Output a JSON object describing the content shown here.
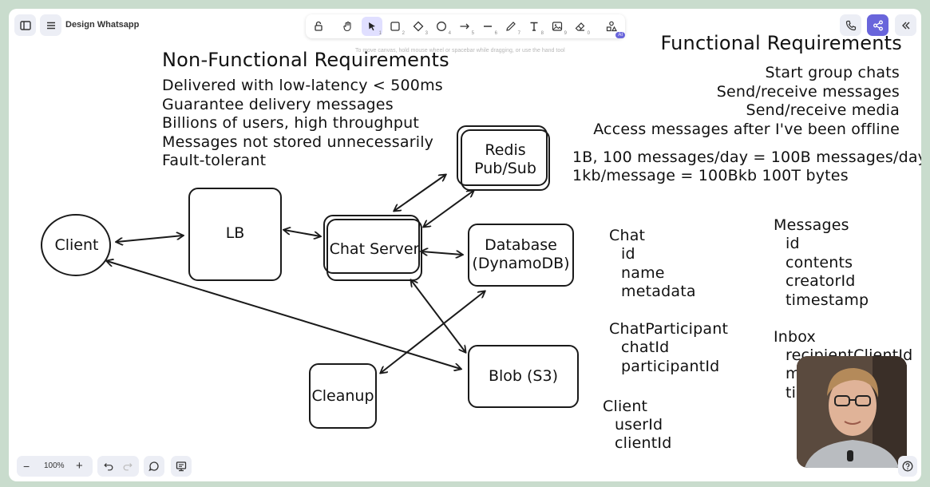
{
  "header": {
    "doc_title": "Design Whatsapp"
  },
  "toolbar": {
    "tools": [
      {
        "name": "lock-icon",
        "shortcut": ""
      },
      {
        "name": "hand-icon",
        "shortcut": ""
      },
      {
        "name": "selection-icon",
        "shortcut": "1"
      },
      {
        "name": "rectangle-icon",
        "shortcut": "2"
      },
      {
        "name": "diamond-icon",
        "shortcut": "3"
      },
      {
        "name": "ellipse-icon",
        "shortcut": "4"
      },
      {
        "name": "arrow-icon",
        "shortcut": "5"
      },
      {
        "name": "line-icon",
        "shortcut": "6"
      },
      {
        "name": "pencil-icon",
        "shortcut": "7"
      },
      {
        "name": "text-icon",
        "shortcut": "8"
      },
      {
        "name": "image-icon",
        "shortcut": "9"
      },
      {
        "name": "eraser-icon",
        "shortcut": "0"
      },
      {
        "name": "more-tools-icon",
        "shortcut": ""
      }
    ],
    "badge": "AI",
    "hint": "To move canvas, hold mouse wheel or spacebar while dragging, or use the hand tool"
  },
  "zoom": {
    "level": "100%",
    "minus": "−",
    "plus": "+"
  },
  "nonfunctional": {
    "title": "Non-Functional Requirements",
    "items": [
      "Delivered with low-latency < 500ms",
      "Guarantee delivery messages",
      "Billions of users, high throughput",
      "Messages not stored unnecessarily",
      "Fault-tolerant"
    ]
  },
  "functional": {
    "title": "Functional Requirements",
    "items": [
      "Start group chats",
      "Send/receive messages",
      "Send/receive media",
      "Access messages after I've been offline"
    ],
    "estimates": [
      "1B, 100 messages/day = 100B messages/day",
      "1kb/message = 100Bkb 100T bytes"
    ]
  },
  "diagram": {
    "client": "Client",
    "lb": "LB",
    "chat_server": "Chat Server",
    "redis_line1": "Redis",
    "redis_line2": "Pub/Sub",
    "db_line1": "Database",
    "db_line2": "(DynamoDB)",
    "blob": "Blob (S3)",
    "cleanup": "Cleanup"
  },
  "entities": {
    "chat": {
      "name": "Chat",
      "fields": [
        "id",
        "name",
        "metadata"
      ]
    },
    "chat_participant": {
      "name": "ChatParticipant",
      "fields": [
        "chatId",
        "participantId"
      ]
    },
    "client": {
      "name": "Client",
      "fields": [
        "userId",
        "clientId"
      ]
    },
    "messages": {
      "name": "Messages",
      "fields": [
        "id",
        "contents",
        "creatorId",
        "timestamp"
      ]
    },
    "inbox": {
      "name": "Inbox",
      "fields": [
        "recipientClientId",
        "messageId",
        "timestamp"
      ]
    }
  }
}
